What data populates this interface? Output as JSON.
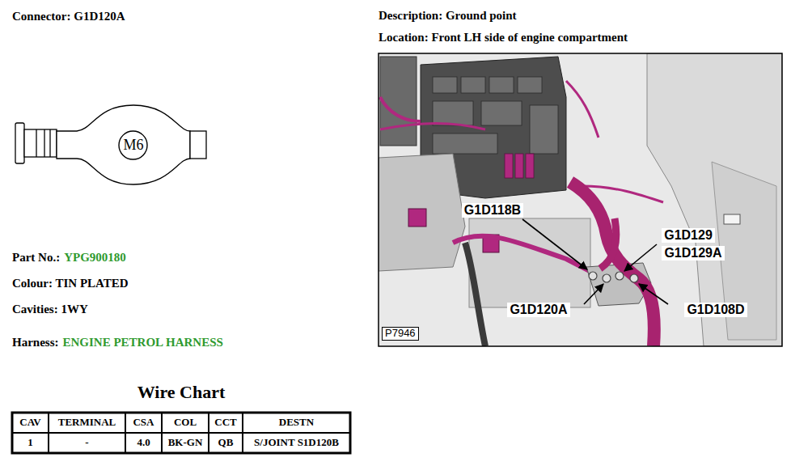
{
  "diagram": {
    "nodes": [
      {
        "text": [
          "M6"
        ]
      }
    ],
    "labels": [
      "Connector: G1D120A",
      "Part No.:",
      "YPG900180",
      "Colour: TIN PLATED",
      "Cavities: 1WY",
      "Harness:",
      "ENGINE PETROL HARNESS",
      "Wire Chart",
      "CAV",
      "TERMINAL",
      "CSA",
      "COL",
      "CCT",
      "DESTN",
      "1",
      "-",
      "4.0",
      "BK-GN",
      "QB",
      "S/JOINT S1D120B",
      "Description: Ground point",
      "Location: Front LH side of engine compartment",
      "G1D118B",
      "G1D129",
      "G1D129A",
      "G1D120A",
      "G1D108D",
      "P7946"
    ]
  }
}
